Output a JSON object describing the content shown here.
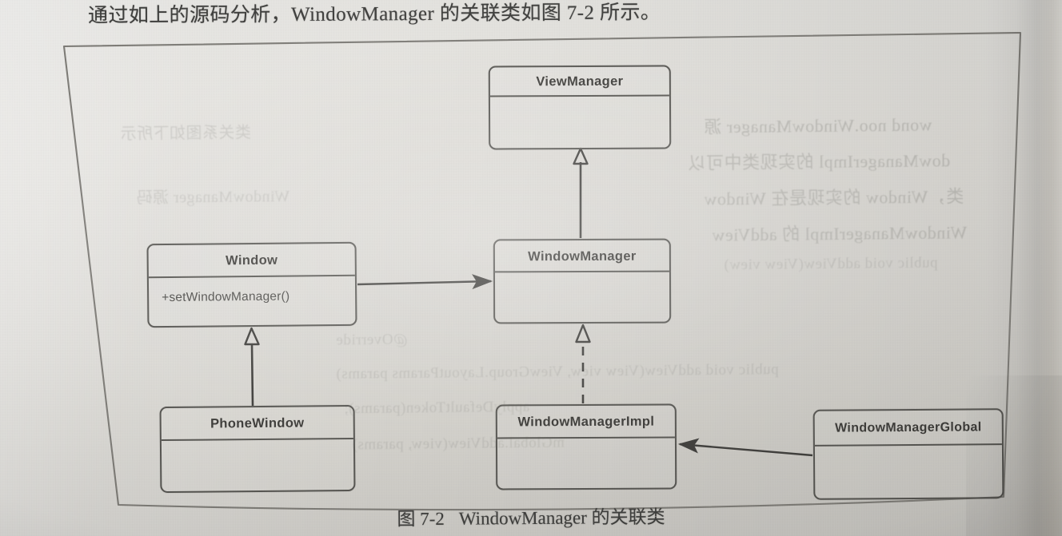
{
  "page": {
    "headline": "通过如上的源码分析，WindowManager 的关联类如图 7-2 所示。",
    "caption_label": "图 7-2",
    "caption_text": "WindowManager 的关联类"
  },
  "diagram": {
    "type": "uml-class-diagram",
    "classes": [
      {
        "id": "viewmanager",
        "name": "ViewManager",
        "members": ""
      },
      {
        "id": "window",
        "name": "Window",
        "members": "+setWindowManager()"
      },
      {
        "id": "windowmanager",
        "name": "WindowManager",
        "members": ""
      },
      {
        "id": "phonewindow",
        "name": "PhoneWindow",
        "members": ""
      },
      {
        "id": "wmimpl",
        "name": "WindowManagerImpl",
        "members": ""
      },
      {
        "id": "wmglobal",
        "name": "WindowManagerGlobal",
        "members": ""
      }
    ],
    "relations": [
      {
        "from": "WindowManager",
        "to": "ViewManager",
        "kind": "generalization",
        "style": "solid",
        "arrowhead": "hollow-triangle"
      },
      {
        "from": "PhoneWindow",
        "to": "Window",
        "kind": "generalization",
        "style": "solid",
        "arrowhead": "hollow-triangle"
      },
      {
        "from": "WindowManagerImpl",
        "to": "WindowManager",
        "kind": "realization",
        "style": "dashed",
        "arrowhead": "hollow-triangle"
      },
      {
        "from": "Window",
        "to": "WindowManager",
        "kind": "association",
        "style": "solid",
        "arrowhead": "filled-arrow"
      },
      {
        "from": "WindowManagerGlobal",
        "to": "WindowManagerImpl",
        "kind": "association",
        "style": "solid",
        "arrowhead": "filled-arrow"
      }
    ],
    "colors": {
      "line": "#54534f",
      "text": "#393835",
      "paper": "#dedcd7"
    }
  },
  "bleed_through": [
    "WindowManagerImpl",
    "WindowManagerGlobal",
    "Window"
  ]
}
